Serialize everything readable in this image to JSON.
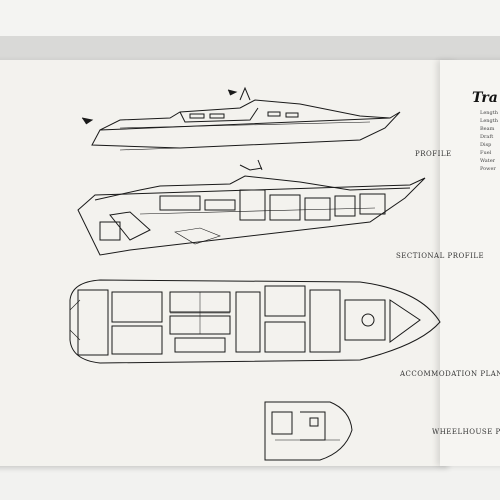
{
  "drawings": {
    "profile_label": "PROFILE",
    "sectional_label": "SECTIONAL PROFILE",
    "accommodation_label": "ACCOMMODATION PLAN",
    "wheelhouse_label": "WHEELHOUSE PLA"
  },
  "side_sheet": {
    "heading": "Tra",
    "spec_lines": [
      "Length",
      "Length",
      "Beam",
      "Draft",
      "Disp",
      "Fuel",
      "Water",
      "Power"
    ]
  },
  "colors": {
    "paper": "#f3f2ee",
    "ink": "#1a1a1a",
    "background": "#d9d9d7"
  }
}
